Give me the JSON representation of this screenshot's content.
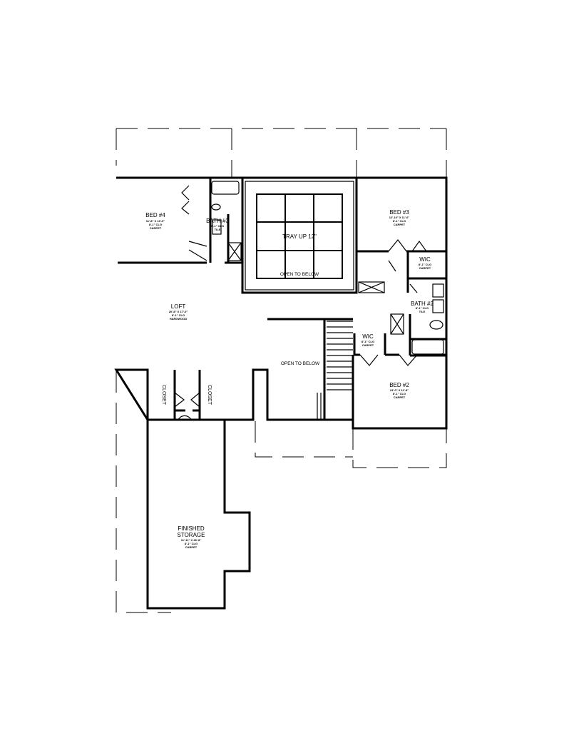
{
  "rooms": {
    "bed4": {
      "name": "BED #4",
      "dims": "11'-8\" X 13'-0\"",
      "ceiling": "8'-1\" CLG",
      "floor": "CARPET"
    },
    "bath3": {
      "name": "BATH #3",
      "ceiling": "8'-1\" CLG",
      "floor": "TILE"
    },
    "tray": {
      "name": "TRAY UP 12\"",
      "note": "OPEN TO BELOW"
    },
    "bed3": {
      "name": "BED #3",
      "dims": "12'-10\" X 11'-6\"",
      "ceiling": "8'-1\" CLG",
      "floor": "CARPET"
    },
    "wic3": {
      "name": "WIC",
      "ceiling": "8'-1\" CLG",
      "floor": "CARPET"
    },
    "bath2": {
      "name": "BATH #2",
      "ceiling": "8'-1\" CLG",
      "floor": "TILE"
    },
    "wic2": {
      "name": "WIC",
      "ceiling": "8'-1\" CLG",
      "floor": "CARPET"
    },
    "bed2": {
      "name": "BED #2",
      "dims": "13'-0\" X 11'-8\"",
      "ceiling": "8'-1\" CLG",
      "floor": "CARPET"
    },
    "loft": {
      "name": "LOFT",
      "dims": "20'-8\" X 17'-0\"",
      "ceiling": "8'-1\" CLG",
      "floor": "HARDWOOD"
    },
    "open": {
      "name": "OPEN TO BELOW"
    },
    "closet1": {
      "name": "CLOSET"
    },
    "closet2": {
      "name": "CLOSET"
    },
    "storage": {
      "name": "FINISHED",
      "name2": "STORAGE",
      "dims": "11'-11\" X 28'-8\"",
      "ceiling": "8'-1\" CLG",
      "floor": "CARPET"
    }
  }
}
